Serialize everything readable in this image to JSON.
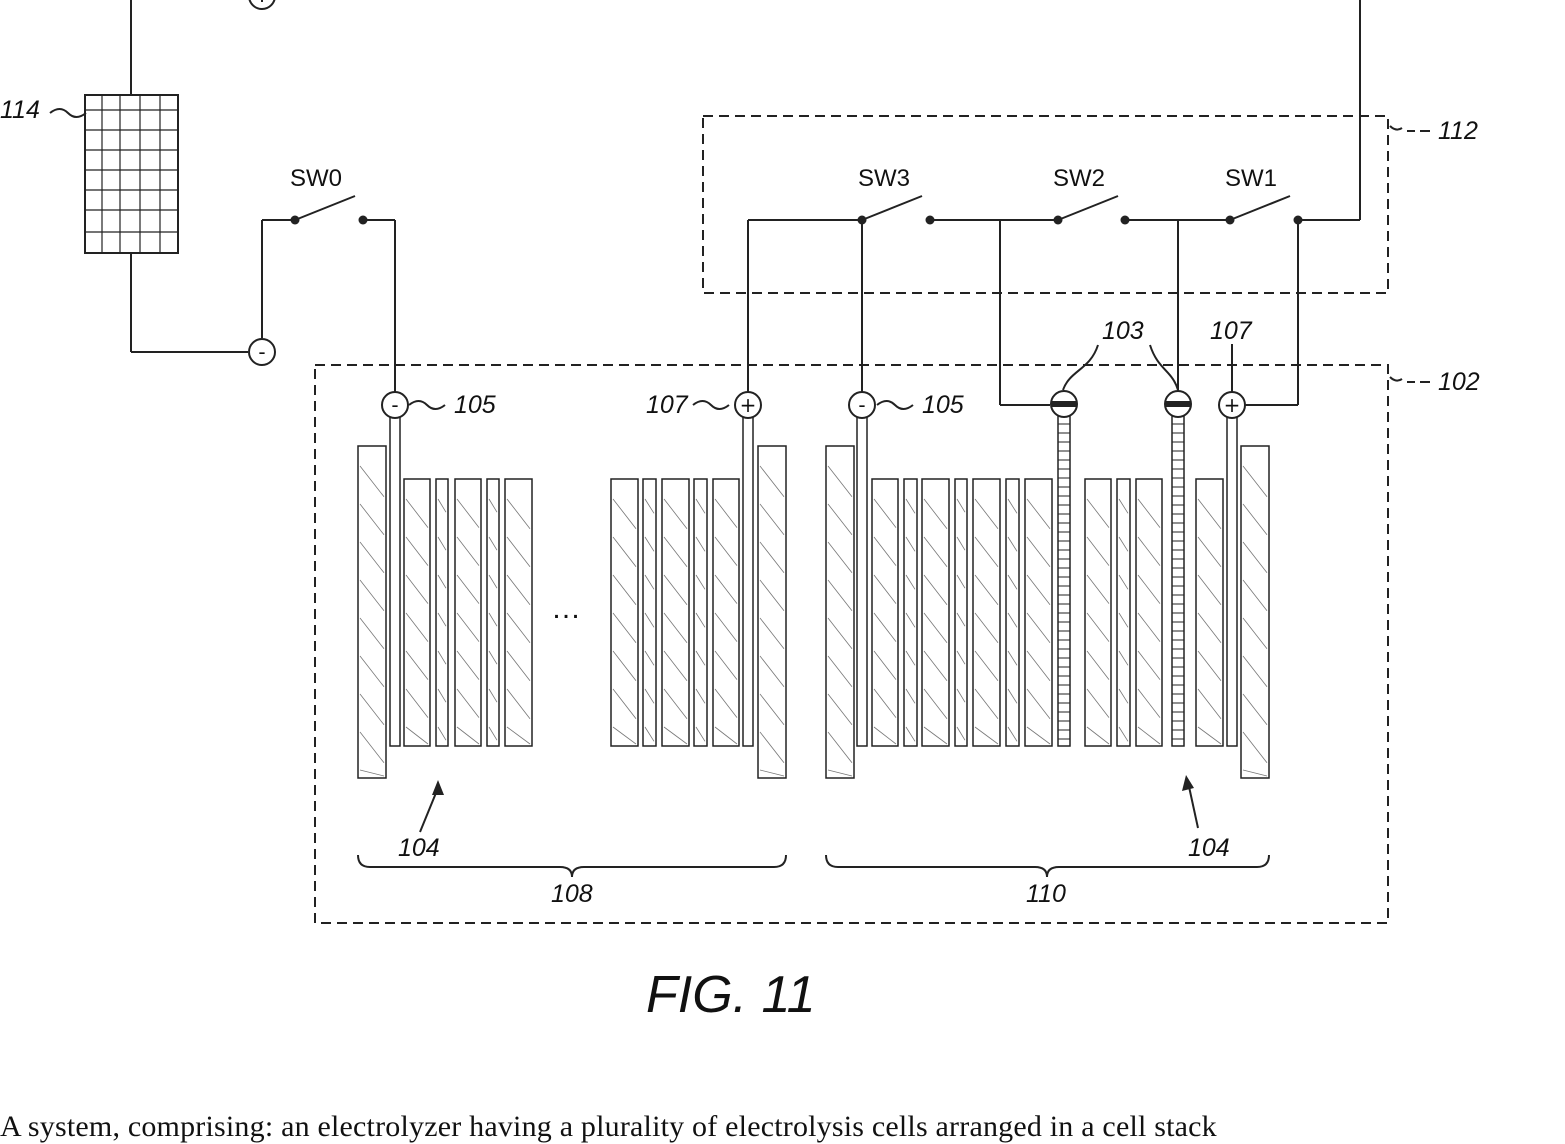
{
  "figure": {
    "title": "FIG. 11",
    "ellipsis": "…",
    "switches": {
      "sw0": "SW0",
      "sw1": "SW1",
      "sw2": "SW2",
      "sw3": "SW3"
    },
    "refs": {
      "power_source": "114",
      "switch_box": "112",
      "electrolyzer": "102",
      "neg_terminal": "105",
      "pos_terminal": "107",
      "mid_terminal": "103",
      "cell": "104",
      "stack_a": "108",
      "stack_b": "110"
    },
    "terminal_symbols": {
      "negative": "-",
      "positive": "+"
    }
  },
  "caption": "A system, comprising: an electrolyzer having a plurality of electrolysis cells arranged in a cell stack"
}
